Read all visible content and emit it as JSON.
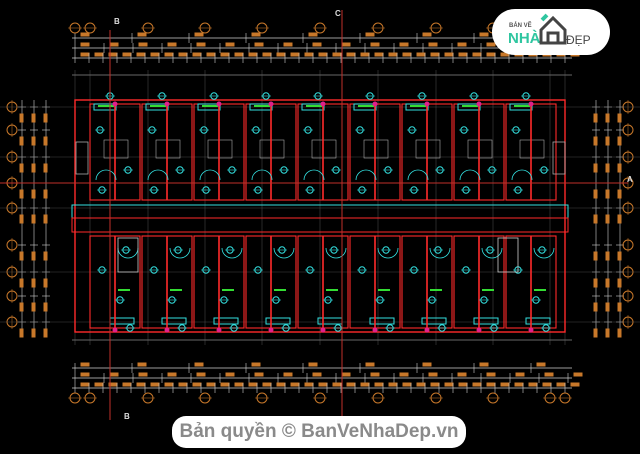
{
  "drawing": {
    "section_marks": [
      "B",
      "C",
      "A"
    ],
    "colors": {
      "background": "#000000",
      "walls": "#ff2a2a",
      "fixtures": "#33e0e0",
      "doors": "#33dd33",
      "dimensions": "#d0d0d0",
      "dimension_text": "#c8782a",
      "grid_bubbles": "#c8782a",
      "section_lines": "#c0302a"
    }
  },
  "logo": {
    "top_text": "BẢN VẼ",
    "main_text": "NHÀ",
    "suffix_text": "ĐẸP"
  },
  "watermark": {
    "text": "Bản quyền © BanVeNhaDep.vn"
  }
}
